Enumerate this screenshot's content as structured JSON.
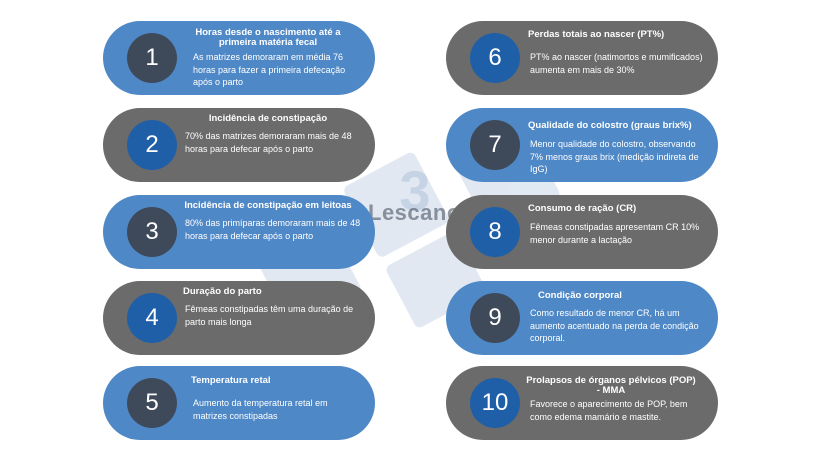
{
  "watermark": {
    "text": "D.Lescano",
    "number": "3"
  },
  "items": [
    {
      "number": "1",
      "title": "Horas desde o nascimento até a primeira matéria fecal",
      "description": "As matrizes demoraram em média 76 horas para fazer a primeira defecação após o parto"
    },
    {
      "number": "2",
      "title": "Incidência de constipação",
      "description": "70% das matrizes demoraram mais de 48 horas para defecar após o parto"
    },
    {
      "number": "3",
      "title": "Incidência de constipação em leitoas",
      "description": "80% das primíparas demoraram mais de 48 horas para defecar após o parto"
    },
    {
      "number": "4",
      "title": "Duração do parto",
      "description": "Fêmeas constipadas têm uma duração de parto mais longa"
    },
    {
      "number": "5",
      "title": "Temperatura retal",
      "description": "Aumento da temperatura retal em matrizes constipadas"
    },
    {
      "number": "6",
      "title": "Perdas totais ao nascer (PT%)",
      "description": "PT% ao nascer (natimortos e mumificados) aumenta em mais de 30%"
    },
    {
      "number": "7",
      "title": "Qualidade do colostro (graus brix%)",
      "description": "Menor qualidade do colostro, observando 7% menos graus brix (medição indireta de IgG)"
    },
    {
      "number": "8",
      "title": "Consumo de ração (CR)",
      "description": "Fêmeas constipadas apresentam CR 10% menor durante a lactação"
    },
    {
      "number": "9",
      "title": "Condição corporal",
      "description": "Como resultado de menor CR, há um aumento acentuado na perda de condição corporal."
    },
    {
      "number": "10",
      "title": "Prolapsos de órganos pélvicos (POP) - MMA",
      "description": "Favorece o aparecimento de POP, bem como edema mamário e mastite."
    }
  ]
}
